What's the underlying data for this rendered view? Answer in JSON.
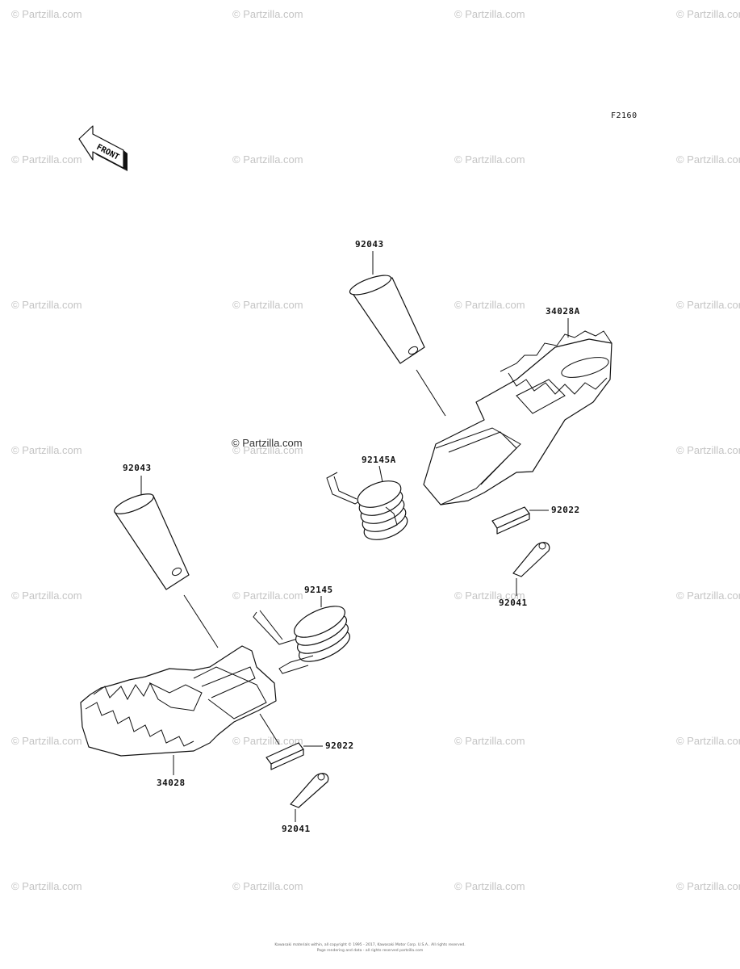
{
  "figure_id": "F2160",
  "front_label": "FRONT",
  "watermark_text": "© Partzilla.com",
  "parts": {
    "pin_upper": "92043",
    "peg_right": "34028A",
    "spring_right": "92145A",
    "washer_right": "92022",
    "cotter_right": "92041",
    "pin_lower": "92043",
    "spring_left": "92145",
    "peg_left": "34028",
    "washer_left": "92022",
    "cotter_left": "92041"
  },
  "footer": {
    "line1": "Kawasaki materials within, all copyright © 1995 - 2017, Kawasaki Motor Corp. U.S.A.. All rights reserved.",
    "line2": "Page rendering and data - all rights reserved partzilla.com"
  }
}
